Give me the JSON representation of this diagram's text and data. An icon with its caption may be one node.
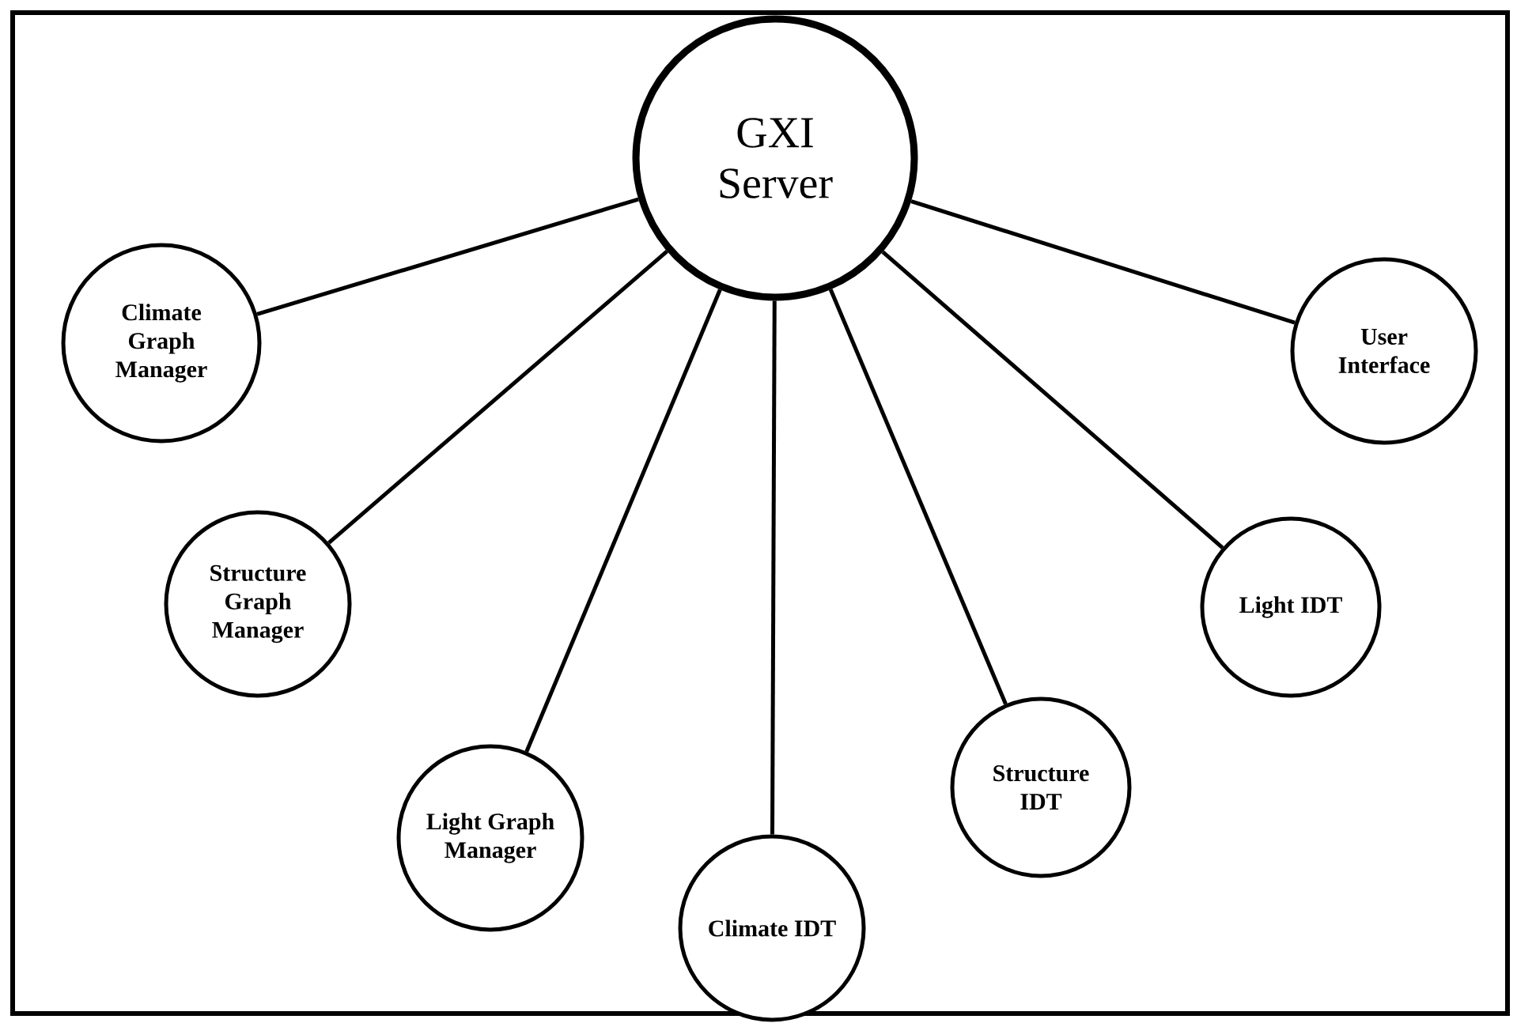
{
  "diagram": {
    "nodes": [
      {
        "text": [
          "GXI Server"
        ]
      },
      {
        "text": [
          "Climate Graph Manager"
        ]
      },
      {
        "text": [
          "Structure Graph Manager"
        ]
      },
      {
        "text": [
          "Light Graph Manager"
        ]
      },
      {
        "text": [
          "Climate IDT"
        ]
      },
      {
        "text": [
          "Structure IDT"
        ]
      },
      {
        "text": [
          "Light IDT"
        ]
      },
      {
        "text": [
          "User Interface"
        ]
      }
    ],
    "edges": [
      {
        "from": 0,
        "to": 1,
        "arrow": "none"
      },
      {
        "from": 0,
        "to": 2,
        "arrow": "none"
      },
      {
        "from": 0,
        "to": 3,
        "arrow": "none"
      },
      {
        "from": 0,
        "to": 4,
        "arrow": "none"
      },
      {
        "from": 0,
        "to": 5,
        "arrow": "none"
      },
      {
        "from": 0,
        "to": 6,
        "arrow": "none"
      },
      {
        "from": 0,
        "to": 7,
        "arrow": "none"
      }
    ]
  }
}
